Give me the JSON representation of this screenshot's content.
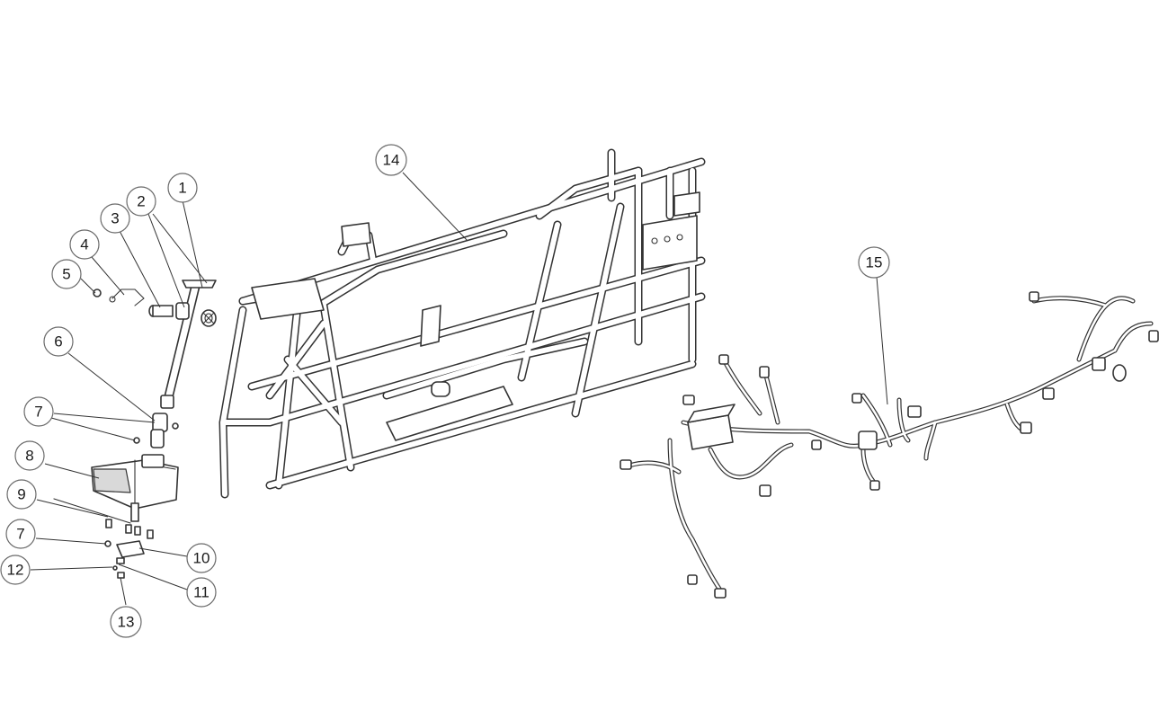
{
  "callouts": [
    {
      "id": "c1",
      "label": "1"
    },
    {
      "id": "c2",
      "label": "2"
    },
    {
      "id": "c3",
      "label": "3"
    },
    {
      "id": "c4",
      "label": "4"
    },
    {
      "id": "c5",
      "label": "5"
    },
    {
      "id": "c6",
      "label": "6"
    },
    {
      "id": "c7a",
      "label": "7"
    },
    {
      "id": "c8",
      "label": "8"
    },
    {
      "id": "c9",
      "label": "9"
    },
    {
      "id": "c7b",
      "label": "7"
    },
    {
      "id": "c10",
      "label": "10"
    },
    {
      "id": "c11",
      "label": "11"
    },
    {
      "id": "c12",
      "label": "12"
    },
    {
      "id": "c13",
      "label": "13"
    },
    {
      "id": "c14",
      "label": "14"
    },
    {
      "id": "c15",
      "label": "15"
    }
  ]
}
